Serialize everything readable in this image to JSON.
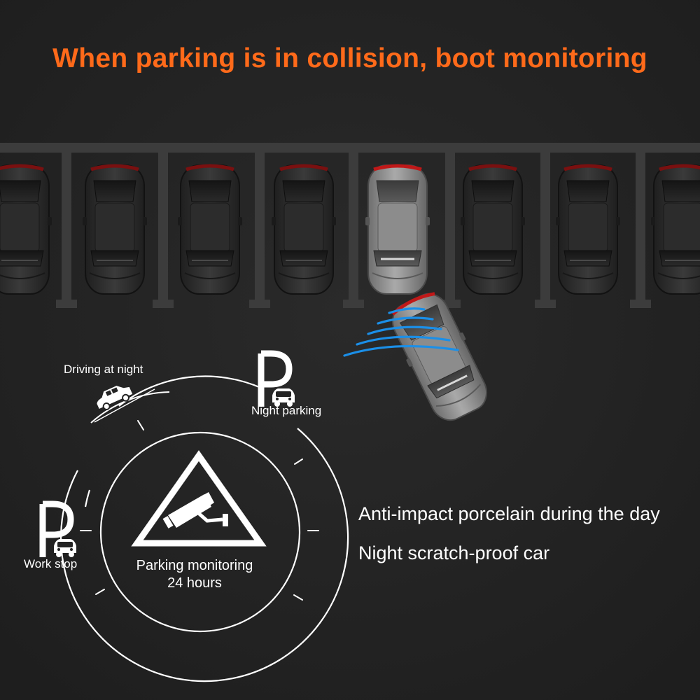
{
  "headline": "When parking is in collision, boot monitoring",
  "colors": {
    "accent": "#ff6a1a",
    "background": "#232323",
    "signal": "#1b8fe8"
  },
  "icons": [
    "parking-sign-icon",
    "car-icon",
    "surveillance-camera-icon",
    "warning-triangle-icon",
    "signal-waves-icon"
  ],
  "cycle": {
    "driving_at_night": "Driving at night",
    "night_parking": "Night parking",
    "work_stop": "Work stop",
    "center_line1": "Parking monitoring",
    "center_line2": "24 hours"
  },
  "features": [
    "Anti-impact porcelain during the day",
    "Night scratch-proof car"
  ]
}
